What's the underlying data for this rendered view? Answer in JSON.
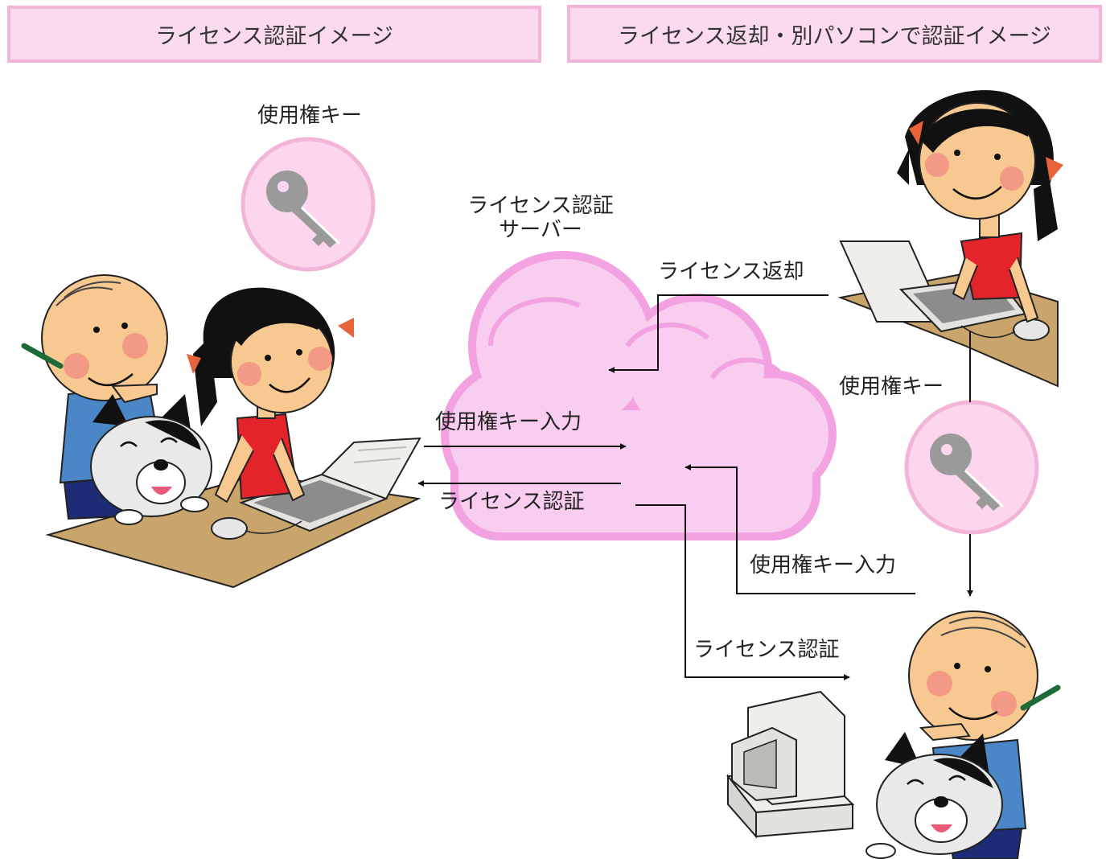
{
  "headers": {
    "left": "ライセンス認証イメージ",
    "right": "ライセンス返却・別パソコンで認証イメージ"
  },
  "server": {
    "line1": "ライセンス認証",
    "line2": "サーバー"
  },
  "left_scene": {
    "key_label": "使用権キー",
    "input_label": "使用権キー入力",
    "auth_label": "ライセンス認証"
  },
  "right_scene": {
    "return_label": "ライセンス返却",
    "key_label": "使用権キー",
    "input_label": "使用権キー入力",
    "auth_label": "ライセンス認証"
  },
  "colors": {
    "header_fill": "#fbd9ee",
    "header_border": "#f3b4da",
    "cloud_fill": "#f9cdef",
    "cloud_border": "#f2a2e0",
    "key_circle_fill": "#fbd6ec",
    "key_gray": "#9a9a9a"
  },
  "icons": [
    "key-icon",
    "cloud-server-icon",
    "laptop-icon",
    "desktop-computer-icon",
    "girl-illustration",
    "boy-illustration",
    "cat-illustration"
  ]
}
